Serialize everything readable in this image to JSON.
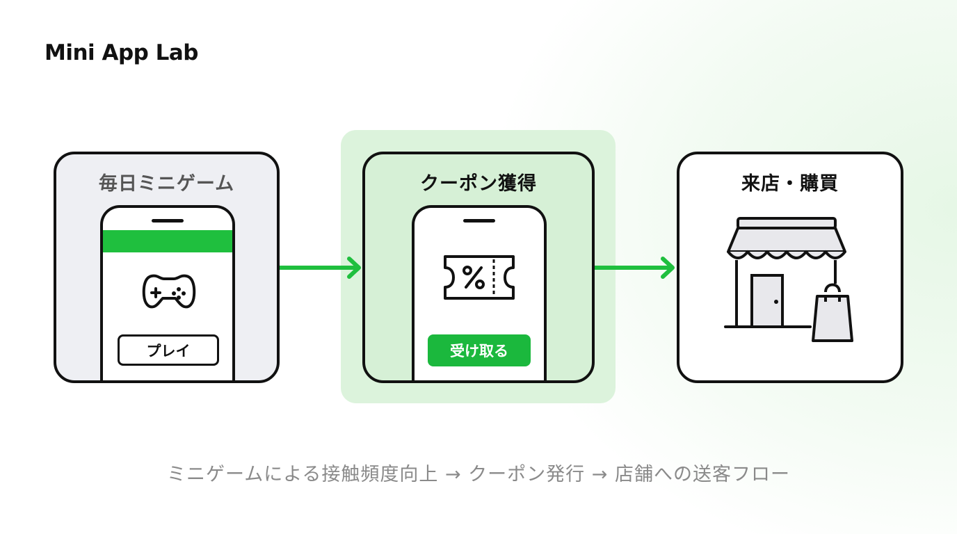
{
  "brand": "Mini App Lab",
  "steps": [
    {
      "title": "毎日ミニゲーム",
      "button_label": "プレイ"
    },
    {
      "title": "クーポン獲得",
      "button_label": "受け取る"
    },
    {
      "title": "来店・購買"
    }
  ],
  "caption": "ミニゲームによる接触頻度向上 → クーポン発行 → 店舗への送客フロー",
  "colors": {
    "accent_green": "#1fbf3e",
    "highlight_bg": "#dcf3dc",
    "text_gray": "#8a8a8a"
  }
}
